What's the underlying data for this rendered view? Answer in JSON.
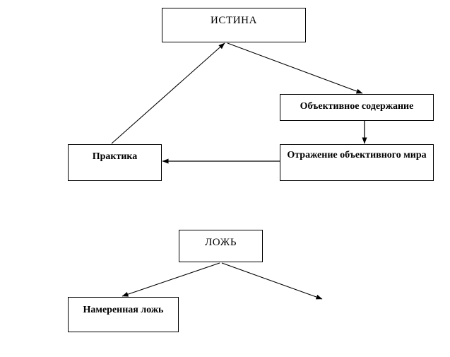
{
  "diagram": {
    "type": "flowchart",
    "background_color": "#ffffff",
    "stroke_color": "#000000",
    "nodes": [
      {
        "id": "istina",
        "label": "ИСТИНА"
      },
      {
        "id": "obj_soderzhanie",
        "label": "Объективное содержание"
      },
      {
        "id": "otrazhenie",
        "label": "Отражение объективного мира"
      },
      {
        "id": "praktika",
        "label": "Практика"
      },
      {
        "id": "lozh",
        "label": "ЛОЖЬ"
      },
      {
        "id": "namerennaya_lozh",
        "label": "Намеренная ложь"
      }
    ],
    "edges": [
      {
        "id": "praktika_to_istina",
        "from": "praktika",
        "to": "istina",
        "arrow": "to"
      },
      {
        "id": "istina_to_obj_soderzhanie",
        "from": "istina",
        "to": "obj_soderzhanie",
        "arrow": "to"
      },
      {
        "id": "obj_soderzhanie_to_otrazhenie",
        "from": "obj_soderzhanie",
        "to": "otrazhenie",
        "arrow": "to"
      },
      {
        "id": "otrazhenie_to_praktika",
        "from": "otrazhenie",
        "to": "praktika",
        "arrow": "to"
      },
      {
        "id": "lozh_to_namerennaya_lozh",
        "from": "lozh",
        "to": "namerennaya_lozh",
        "arrow": "to"
      },
      {
        "id": "lozh_to_unlabeled",
        "from": "lozh",
        "to": "",
        "arrow": "to"
      }
    ]
  }
}
